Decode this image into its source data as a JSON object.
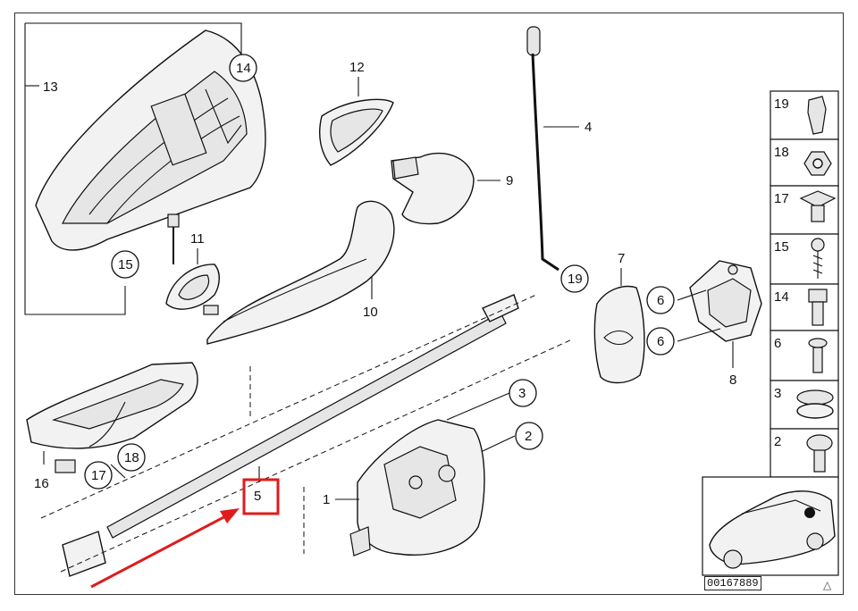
{
  "diagram": {
    "callouts": [
      {
        "id": "c13",
        "text": "13"
      },
      {
        "id": "c14",
        "text": "14"
      },
      {
        "id": "c15",
        "text": "15"
      },
      {
        "id": "c12",
        "text": "12"
      },
      {
        "id": "c11",
        "text": "11"
      },
      {
        "id": "c10",
        "text": "10"
      },
      {
        "id": "c9",
        "text": "9"
      },
      {
        "id": "c4",
        "text": "4"
      },
      {
        "id": "c19",
        "text": "19"
      },
      {
        "id": "c7",
        "text": "7"
      },
      {
        "id": "c6a",
        "text": "6"
      },
      {
        "id": "c6b",
        "text": "6"
      },
      {
        "id": "c8",
        "text": "8"
      },
      {
        "id": "c3",
        "text": "3"
      },
      {
        "id": "c2",
        "text": "2"
      },
      {
        "id": "c1",
        "text": "1"
      },
      {
        "id": "c5",
        "text": "5"
      },
      {
        "id": "c16",
        "text": "16"
      },
      {
        "id": "c17",
        "text": "17"
      },
      {
        "id": "c18",
        "text": "18"
      }
    ],
    "legend": [
      "19",
      "18",
      "17",
      "15",
      "14",
      "6",
      "3",
      "2"
    ],
    "document_number": "00167889",
    "highlight_color": "#e01b1b",
    "highlighted_part": "5"
  }
}
